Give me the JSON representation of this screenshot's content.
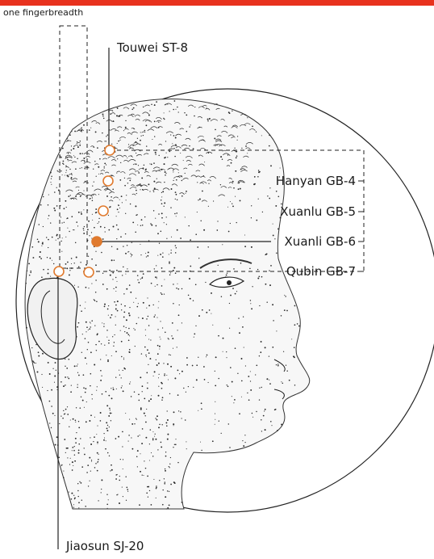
{
  "top_note": "one fingerbreadth",
  "labels": {
    "touwei": "Touwei ST-8",
    "hanyan": "Hanyan GB-4",
    "xuanlu": "Xuanlu GB-5",
    "xuanli": "Xuanli GB-6",
    "qubin": "Qubin GB-7",
    "jiaosun": "Jiaosun SJ-20"
  },
  "colors": {
    "top_bar": "#e8321e",
    "point_accent": "#e07a2e",
    "line": "#222222"
  }
}
